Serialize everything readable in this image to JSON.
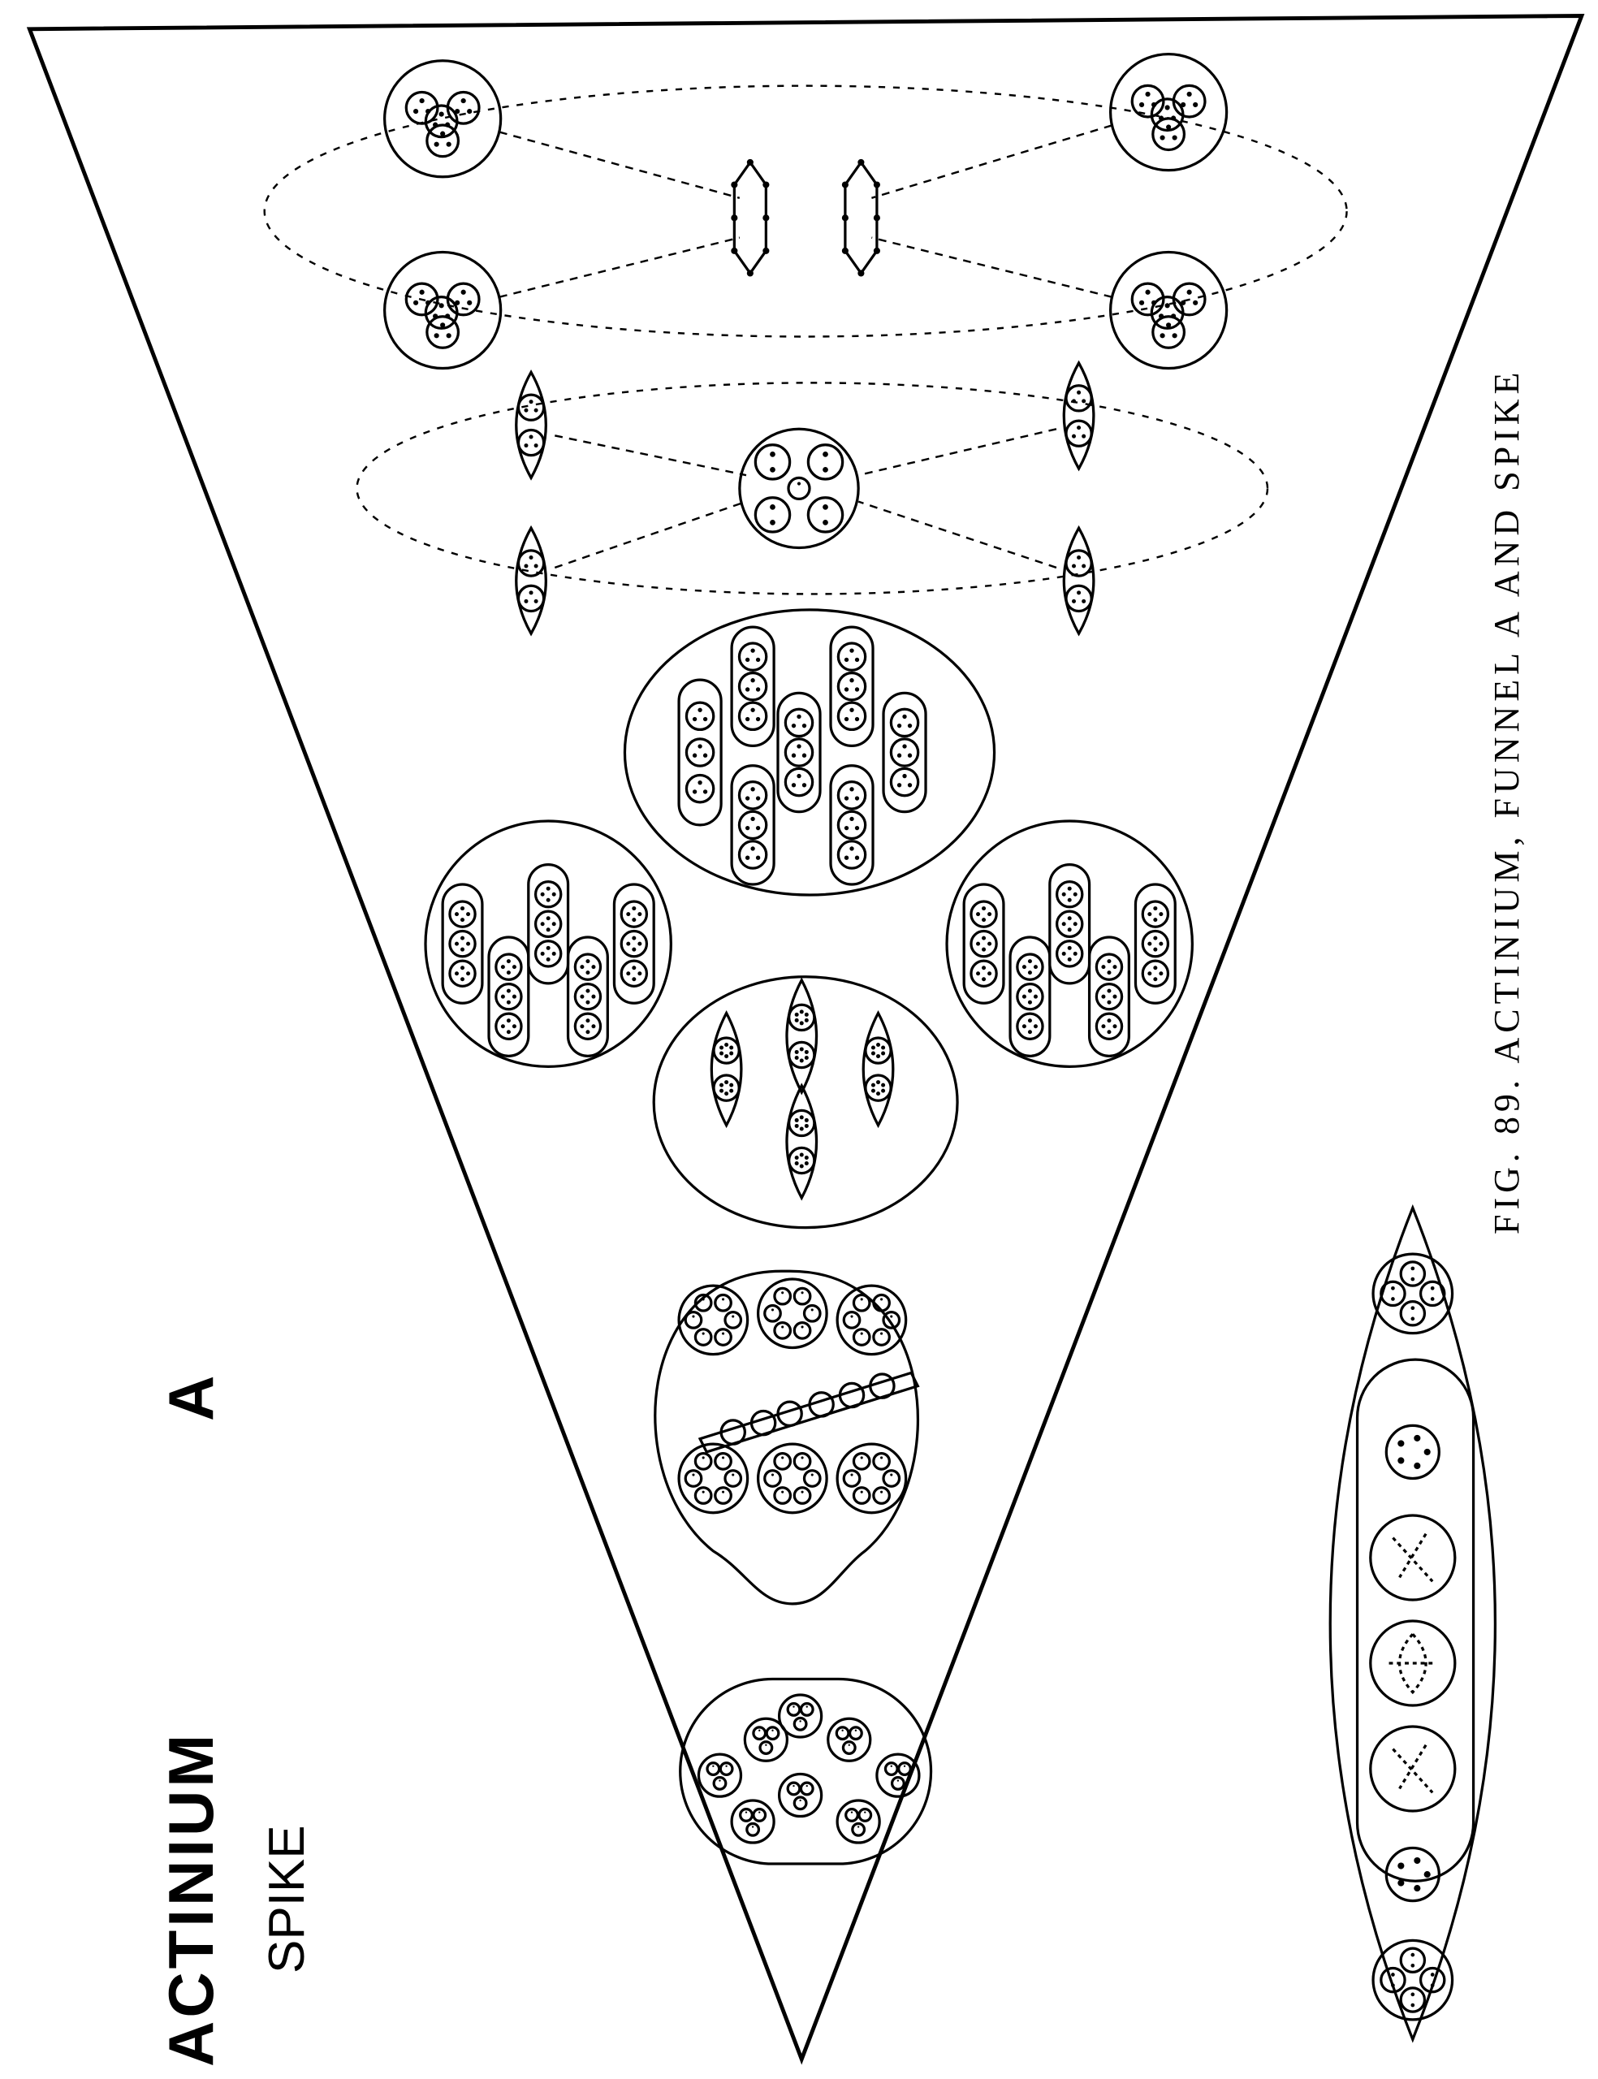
{
  "title": "ACTINIUM",
  "subtitle": "A",
  "spike_label": "SPIKE",
  "caption": "FIG. 89. ACTINIUM, FUNNEL A AND SPIKE",
  "colors": {
    "ink": "#000000",
    "paper": "#ffffff"
  }
}
